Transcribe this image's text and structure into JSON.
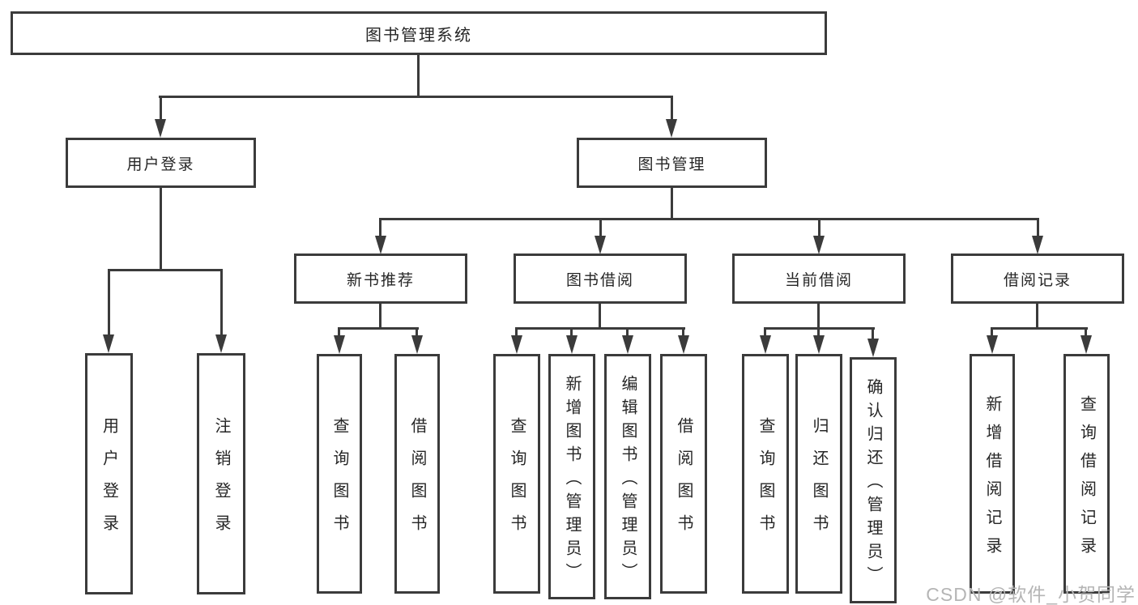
{
  "diagram": {
    "root": {
      "label": "图书管理系统"
    },
    "level2": [
      {
        "label": "用户登录"
      },
      {
        "label": "图书管理"
      }
    ],
    "level3": [
      {
        "label": "新书推荐"
      },
      {
        "label": "图书借阅"
      },
      {
        "label": "当前借阅"
      },
      {
        "label": "借阅记录"
      }
    ],
    "leaves": {
      "user_login": [
        "用户登录",
        "注销登录"
      ],
      "new_book_recommendation": [
        "查询图书",
        "借阅图书"
      ],
      "book_borrowing": [
        "查询图书",
        "新增图书（管理员）",
        "编辑图书（管理员）",
        "借阅图书"
      ],
      "current_borrowing": [
        "查询图书",
        "归还图书",
        "确认归还（管理员）"
      ],
      "borrowing_records": [
        "新增借阅记录",
        "查询借阅记录"
      ]
    },
    "watermark": "CSDN @软件_小贺同学",
    "colors": {
      "line": "#3b3b3b",
      "text": "#262626",
      "background": "#ffffff",
      "watermark": "#b5b5b5"
    }
  }
}
